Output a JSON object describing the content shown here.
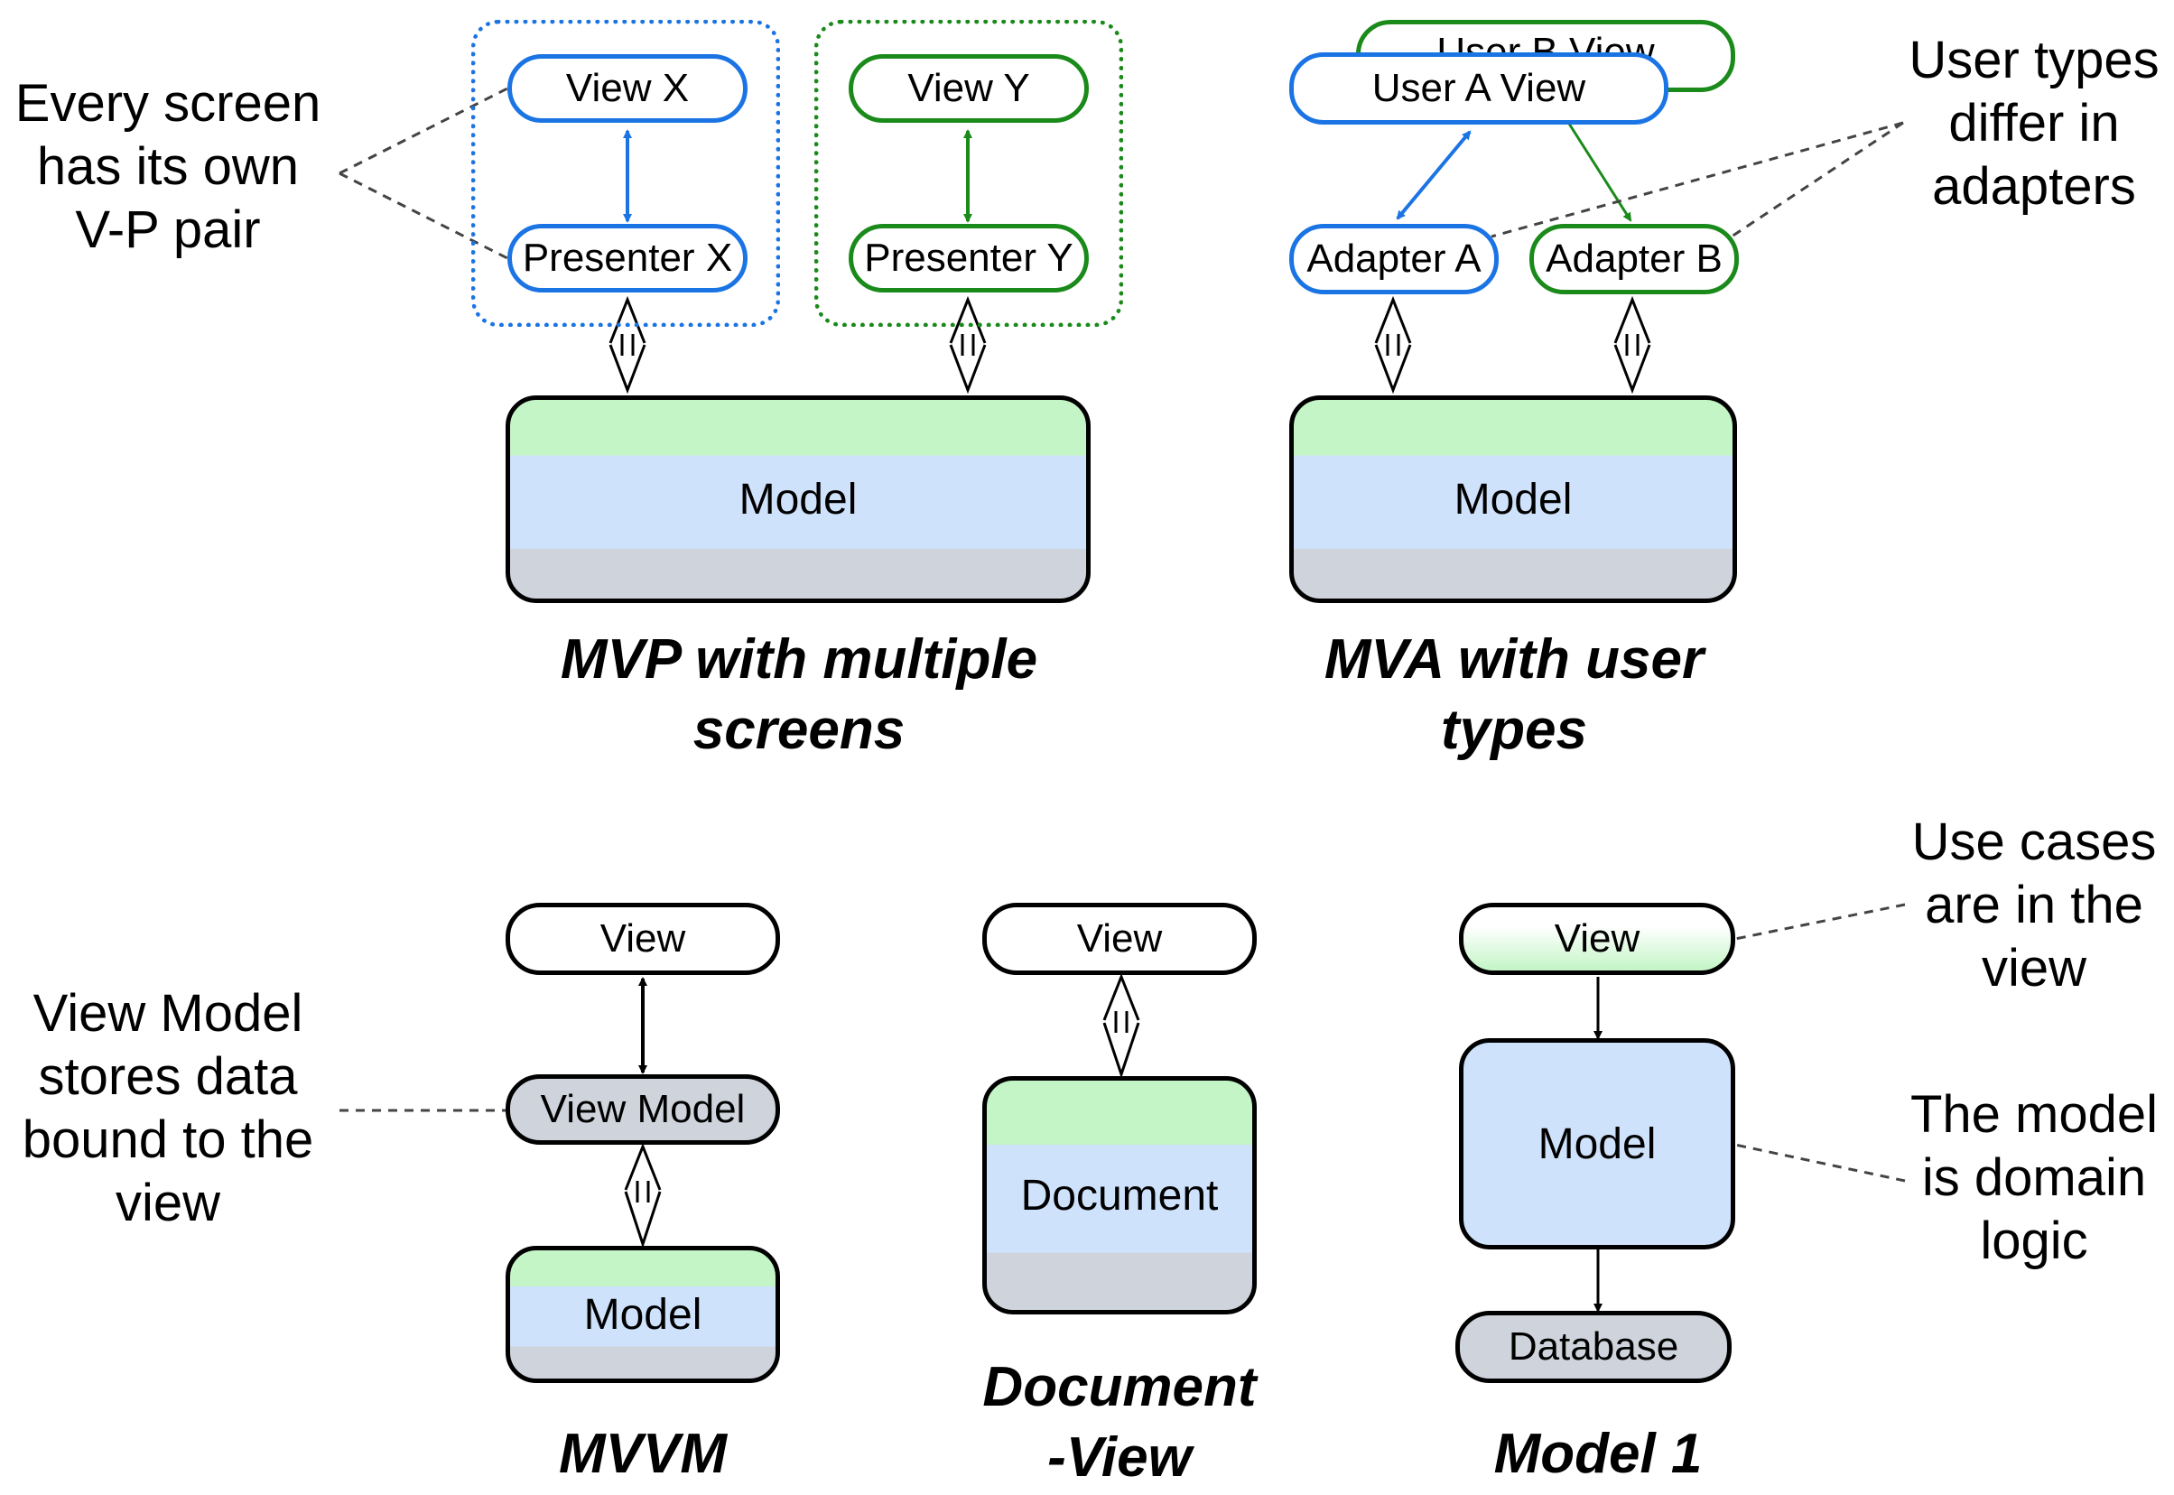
{
  "diagrams": {
    "mvp": {
      "caption": "MVP with multiple\nscreens",
      "view_x": "View X",
      "presenter_x": "Presenter X",
      "view_y": "View Y",
      "presenter_y": "Presenter Y",
      "model": "Model",
      "note": "Every screen\nhas its own\nV-P pair"
    },
    "mva": {
      "caption": "MVA with user\ntypes",
      "user_b_view": "User B View",
      "user_a_view": "User A View",
      "adapter_a": "Adapter A",
      "adapter_b": "Adapter B",
      "model": "Model",
      "note": "User types\ndiffer in\nadapters"
    },
    "mvvm": {
      "caption": "MVVM",
      "view": "View",
      "view_model": "View Model",
      "model": "Model",
      "note": "View Model\nstores data\nbound to the\nview"
    },
    "document_view": {
      "caption": "Document\n-View",
      "view": "View",
      "document": "Document"
    },
    "model1": {
      "caption": "Model 1",
      "view": "View",
      "model": "Model",
      "database": "Database",
      "note_view": "Use cases\nare in the\nview",
      "note_model": "The model\nis domain\nlogic"
    }
  },
  "colors": {
    "blue": "#1b74e4",
    "green": "#1a8a1a",
    "model_green": "#c3f5c6",
    "model_blue": "#cfe2fb",
    "model_gray": "#cfd4dc"
  }
}
